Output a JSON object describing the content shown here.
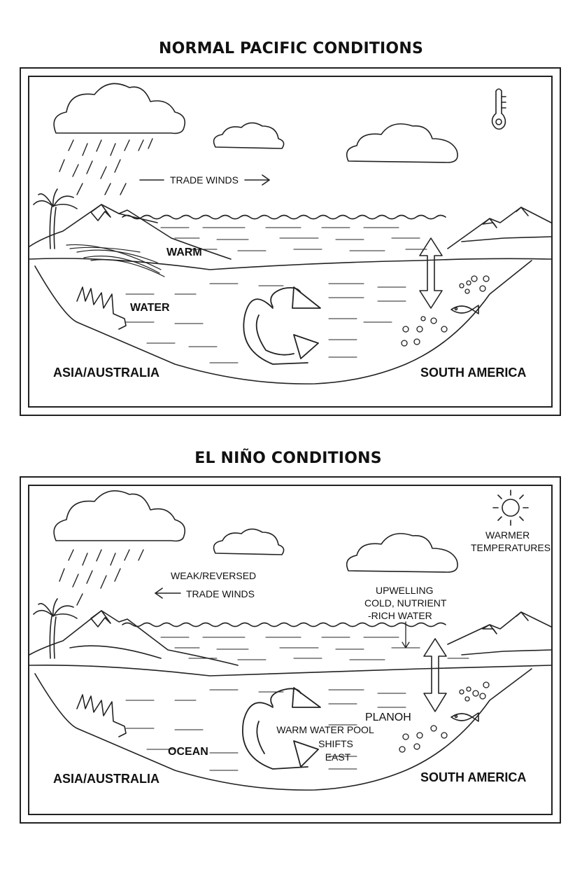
{
  "top": {
    "title": "NORMAL PACIFIC CONDITIONS",
    "labels": {
      "trade_winds": "TRADE WINDS",
      "warm": "WARM",
      "water": "WATER",
      "left_region": "ASIA/AUSTRALIA",
      "right_region": "SOUTH AMERICA"
    }
  },
  "bottom": {
    "title": "EL NIÑO CONDITIONS",
    "labels": {
      "warmer_line1": "WARMER",
      "warmer_line2": "TEMPERATURES",
      "weak_line1": "WEAK/REVERSED",
      "weak_line2": "TRADE WINDS",
      "upwelling_line1": "UPWELLING",
      "upwelling_line2": "COLD, NUTRIENT",
      "upwelling_line3": "-RICH WATER",
      "planoh": "PLANOH",
      "pool_line1": "WARM WATER POOL",
      "pool_line2": "SHIFTS",
      "pool_line3": "EAST",
      "ocean": "OCEAN",
      "left_region": "ASIA/AUSTRALIA",
      "right_region": "SOUTH AMERICA"
    }
  },
  "icons": [
    "cloud-icon",
    "rain-icon",
    "palm-tree-icon",
    "mountain-icon",
    "thermometer-icon",
    "sun-icon",
    "fish-icon",
    "bubbles-icon",
    "circulation-arrow-icon",
    "vertical-arrow-icon",
    "wind-arrow-icon"
  ],
  "colors": {
    "line": "#222222",
    "background": "#ffffff"
  }
}
